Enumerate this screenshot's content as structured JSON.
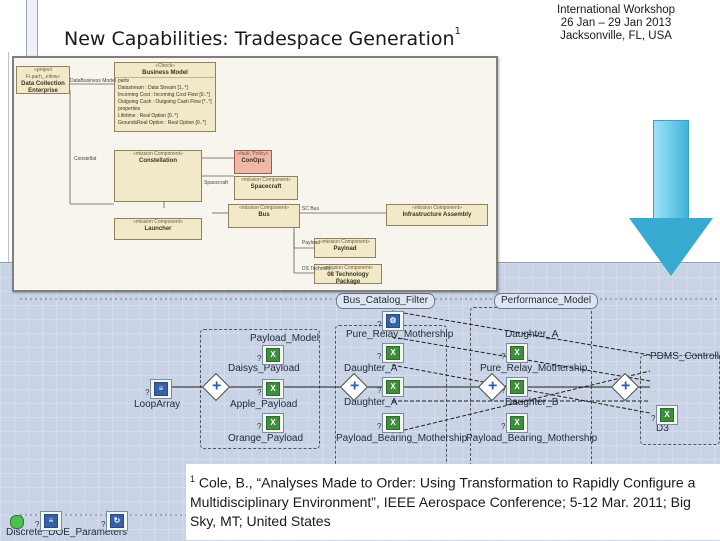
{
  "slide": {
    "title": "New Capabilities: Tradespace Generation",
    "title_sup": "1",
    "venue": [
      "International Workshop",
      "26 Jan – 29 Jan 2013",
      "Jacksonville, FL, USA"
    ]
  },
  "model": {
    "blocks": {
      "mission_obj_tag": "«project Fr.parh_.ellow»",
      "mission_obj": "Data Collection Enterprise",
      "business_tag": "«Check»",
      "business": "Business Model",
      "business_rows": [
        "parts",
        "Datastream : Data Stream [1..*]",
        "Incoming Cost : Incoming Cost Flow [0..*]",
        "Outgoing Cash : Outgoing Cash Flow [*..*]",
        "properties",
        "Lifetime : Real Option [0..*]",
        "GroundsReal Option : Real Option [0..*]"
      ],
      "constellation_tag": "«mission Component»",
      "constellation": "Constellation",
      "conops_tag": "«fault, Policy»",
      "conops": "ConOps",
      "spacecraft_tag": "«mission Component»",
      "spacecraft": "Spacecraft",
      "carrier_tag": "«mission Component»",
      "carrier": "Launcher",
      "bus_tag": "«mission Component»",
      "bus": "Bus",
      "infra_tag": "«mission Component»",
      "infra": "Infrastructure Assembly",
      "payload_tag": "«mission Component»",
      "payload": "Payload",
      "pkg_tag": "«mission Component»",
      "pkg": "08 Technology Package"
    },
    "labels": {
      "business_mult": "DataBusiness Model",
      "constellation_role": "Constellat",
      "spacecraft_role": "Spacecraft",
      "bus_role": "SC Bus",
      "payload_role": "Payload",
      "pkg_role": "DS Technolo..."
    }
  },
  "workflow": {
    "labels": {
      "bus_catalog": "Bus_Catalog_Filter",
      "performance": "Performance_Model",
      "payload_model": "Payload_Model",
      "pure_relay": "Pure_Relay_Mothership",
      "daughter_a_top": "Daughter_A",
      "pdms_controller": "PDMS_Controller",
      "daisys_payload": "Daisys_Payload",
      "daughter_a_mid": "Daughter_A",
      "pure_relay_mid": "Pure_Relay_Mothership",
      "loop_array": "LoopArray",
      "apple_payload": "Apple_Payload",
      "daughter_a_low": "Daughter_A",
      "daughter_b": "Daughter_B",
      "orange_payload": "Orange_Payload",
      "payload_bearing": "Payload_Bearing_Mothership",
      "payload_bearing_2": "Payload_Bearing_Mothership",
      "d3": "D3",
      "discrete_doe": "Discrete_DOE_Parameters",
      "q": "?"
    }
  },
  "footnote": {
    "sup": "1",
    "text": "Cole, B., “Analyses Made to Order: Using Transformation to Rapidly Configure a Multidisciplinary Environment”, IEEE Aerospace Conference; 5-12 Mar. 2011; Big Sky, MT; United States"
  },
  "colors": {
    "canvas": "#c9d3e6",
    "arrow": "#37aad2",
    "block": "#f2e9c9",
    "block_highlight": "#f0b8a8"
  },
  "icons": [
    "arrow-down-icon",
    "spreadsheet-icon",
    "loop-icon",
    "plus-gateway-icon",
    "cycle-icon"
  ]
}
